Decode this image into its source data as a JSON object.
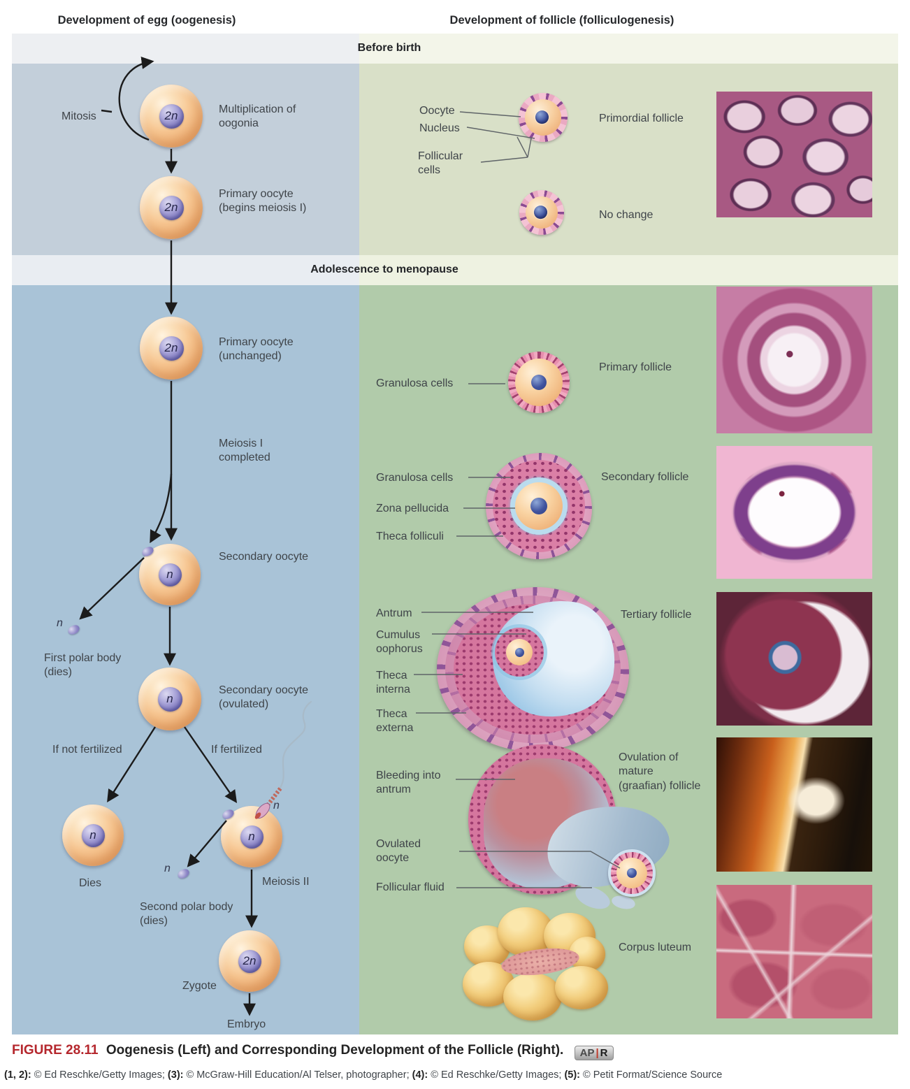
{
  "page": {
    "left_header": "Development of egg (oogenesis)",
    "right_header": "Development of follicle (folliculogenesis)",
    "band1": "Before birth",
    "band2": "Adolescence to menopause"
  },
  "oog": {
    "mitosis": "Mitosis",
    "multiplication": "Multiplication of oogonia",
    "primary_begins": "Primary oocyte (begins meiosis I)",
    "primary_unchanged": "Primary oocyte (unchanged)",
    "meiosis_i": "Meiosis I completed",
    "secondary": "Secondary oocyte",
    "first_polar": "First polar body (dies)",
    "secondary_ovulated": "Secondary oocyte (ovulated)",
    "if_not_fertilized": "If not fertilized",
    "if_fertilized": "If fertilized",
    "dies": "Dies",
    "second_polar": "Second polar body (dies)",
    "meiosis_ii": "Meiosis II",
    "zygote": "Zygote",
    "embryo": "Embryo",
    "ploidy_2n": "2n",
    "ploidy_n": "n"
  },
  "fol": {
    "oocyte": "Oocyte",
    "nucleus": "Nucleus",
    "follicular_cells": "Follicular cells",
    "primordial_follicle": "Primordial follicle",
    "no_change": "No change",
    "granulosa_cells": "Granulosa cells",
    "primary_follicle": "Primary follicle",
    "zona_pellucida": "Zona pellucida",
    "theca_folliculi": "Theca folliculi",
    "secondary_follicle": "Secondary follicle",
    "antrum": "Antrum",
    "cumulus_oophorus": "Cumulus oophorus",
    "theca_interna": "Theca interna",
    "theca_externa": "Theca externa",
    "tertiary_follicle": "Tertiary follicle",
    "bleeding_into_antrum": "Bleeding into antrum",
    "ovulated_oocyte": "Ovulated oocyte",
    "follicular_fluid": "Follicular fluid",
    "ovulation_mature": "Ovulation of mature (graafian) follicle",
    "corpus_luteum": "Corpus luteum"
  },
  "caption": {
    "figure_number": "FIGURE 28.11",
    "title": "Oogenesis (Left) and Corresponding Development of the Follicle (Right).",
    "apr_ap": "AP",
    "apr_bar": "|",
    "apr_r": "R"
  },
  "credits": {
    "c1_label": "(1, 2):",
    "c1_text": "© Ed Reschke/Getty Images;",
    "c2_label": "(3):",
    "c2_text": "© McGraw-Hill Education/Al Telser, photographer;",
    "c3_label": "(4):",
    "c3_text": "© Ed Reschke/Getty Images;",
    "c4_label": "(5):",
    "c4_text": "© Petit Format/Science Source"
  },
  "colors": {
    "accent_red": "#b5272d",
    "panel_blue_before": "#c3cfda",
    "panel_blue_after": "#a9c3d7",
    "panel_green_before": "#d9e0c8",
    "panel_green_after": "#b1cbaa",
    "band_gray": "#edeff2",
    "band_green": "#f3f5e9",
    "cell_tan": "#f6c590",
    "nucleus_purple": "#7b75bd",
    "follicle_pink": "#e78fae",
    "antrum_blue": "#a8cfe8",
    "corpus_luteum_yellow": "#f2cd7c"
  }
}
